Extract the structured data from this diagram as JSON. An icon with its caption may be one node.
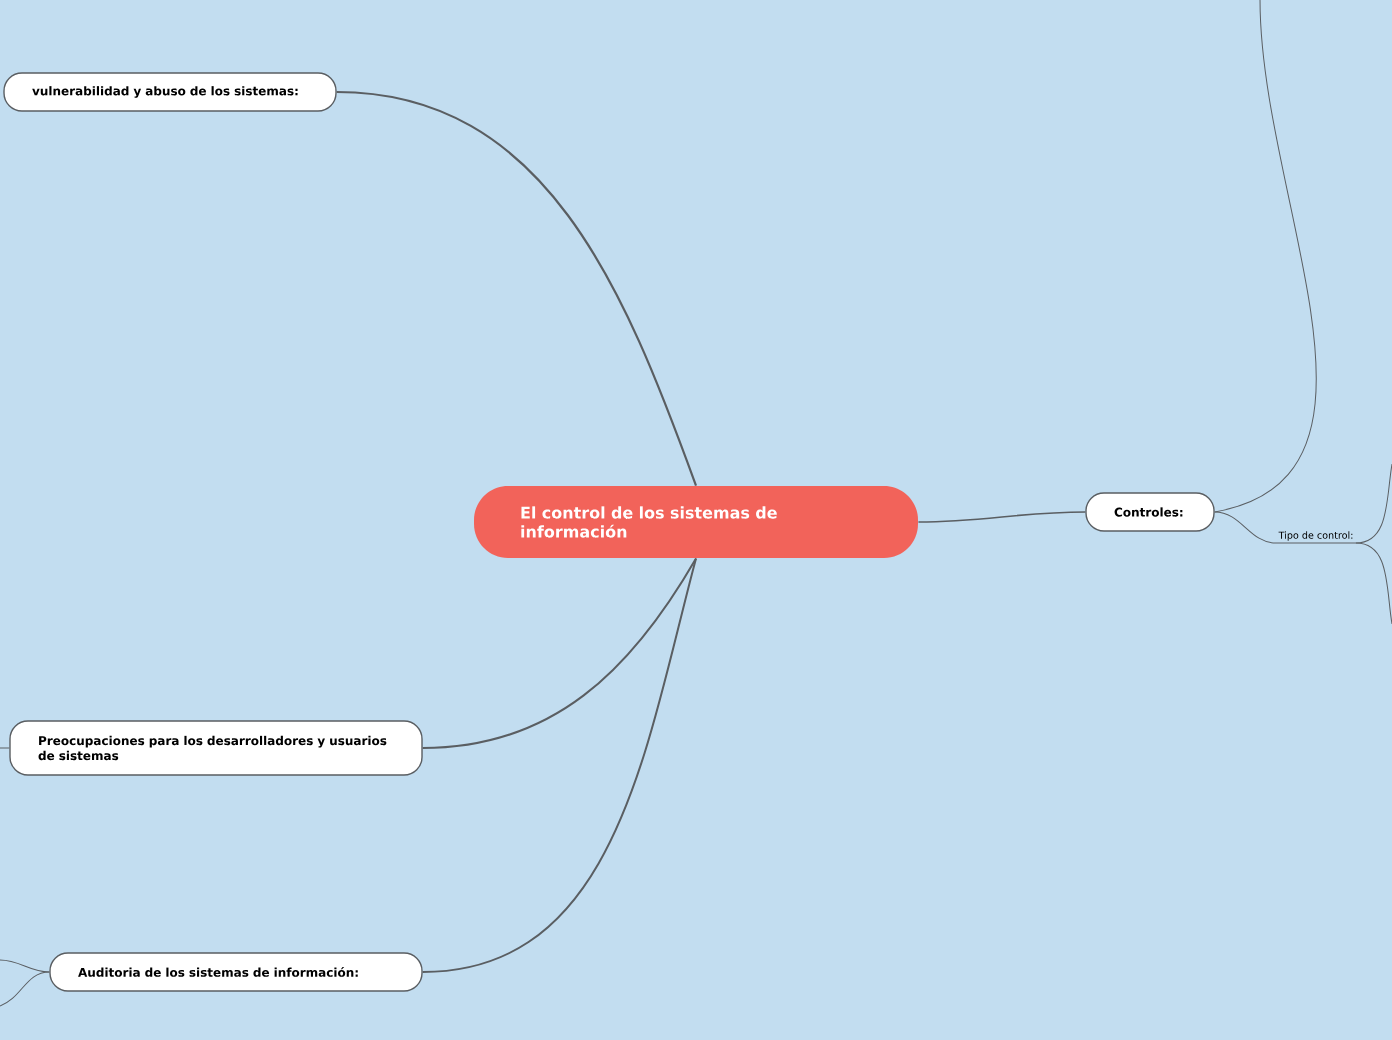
{
  "diagram": {
    "nodes": [
      {
        "text": [
          "El control de los sistemas de información"
        ]
      },
      {
        "text": [
          "vulnerabilidad y abuso de los sistemas:"
        ]
      },
      {
        "text": [
          "Preocupaciones para los desarrolladores y usuarios de sistemas"
        ]
      },
      {
        "text": [
          "Auditoria de los sistemas de información:"
        ]
      },
      {
        "text": [
          "Controles:"
        ]
      },
      {
        "text": [
          "Tipo de control:"
        ]
      }
    ],
    "edges": [
      {
        "from": 0,
        "to": 1,
        "arrow": "none"
      },
      {
        "from": 0,
        "to": 2,
        "arrow": "none"
      },
      {
        "from": 0,
        "to": 3,
        "arrow": "none"
      },
      {
        "from": 0,
        "to": 4,
        "arrow": "none"
      },
      {
        "from": 4,
        "to": 5,
        "arrow": "none"
      },
      {
        "from": 4,
        "to": null,
        "arrow": "none"
      },
      {
        "from": 5,
        "to": null,
        "arrow": "none"
      },
      {
        "from": 5,
        "to": null,
        "arrow": "none"
      },
      {
        "from": 3,
        "to": null,
        "arrow": "none"
      },
      {
        "from": 3,
        "to": null,
        "arrow": "none"
      },
      {
        "from": 2,
        "to": null,
        "arrow": "none"
      }
    ]
  }
}
